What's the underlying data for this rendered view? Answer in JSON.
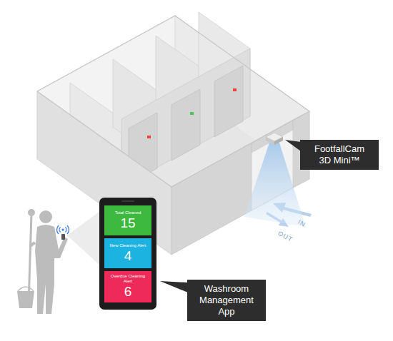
{
  "diagram": {
    "nodes": [
      {
        "text": [
          "FootfallCam 3D Mini™"
        ]
      },
      {
        "text": [
          "Total Cleaned",
          "15"
        ]
      },
      {
        "text": [
          "New Cleaning Alert",
          "4"
        ]
      },
      {
        "text": [
          "Overdue Cleaning Alert",
          "6"
        ]
      },
      {
        "text": [
          "Washroom Management App"
        ]
      }
    ],
    "labels": [
      "OUT",
      "IN"
    ]
  }
}
